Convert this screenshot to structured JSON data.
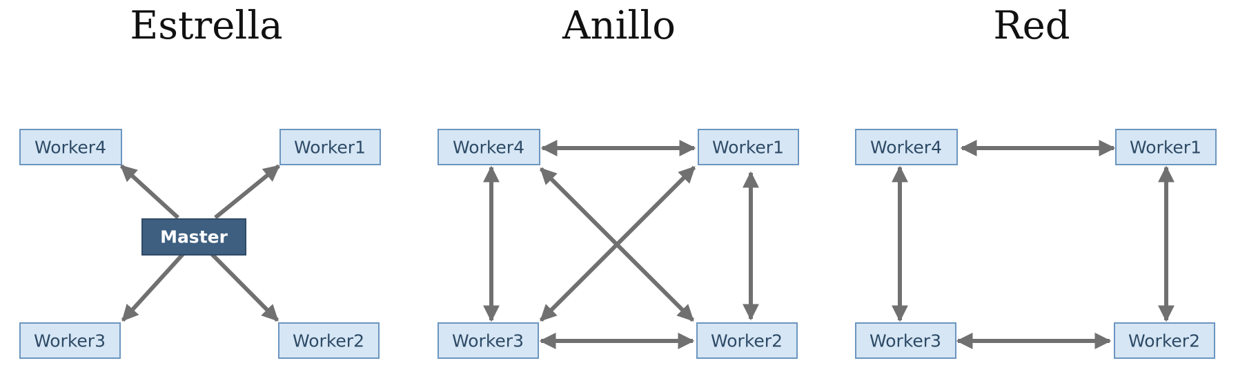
{
  "colors": {
    "worker_fill": "#d6e6f4",
    "worker_border": "#6b95bf",
    "worker_text": "#2d4a66",
    "master_fill": "#3e5f80",
    "master_text": "#ffffff",
    "arrow": "#707070"
  },
  "diagrams": [
    {
      "title": "Estrella",
      "nodes": {
        "master": "Master",
        "worker1": "Worker1",
        "worker2": "Worker2",
        "worker3": "Worker3",
        "worker4": "Worker4"
      },
      "edges": [
        {
          "from": "master",
          "to": "worker4",
          "direction": "to"
        },
        {
          "from": "master",
          "to": "worker1",
          "direction": "to"
        },
        {
          "from": "master",
          "to": "worker3",
          "direction": "to"
        },
        {
          "from": "master",
          "to": "worker2",
          "direction": "to"
        }
      ]
    },
    {
      "title": "Anillo",
      "nodes": {
        "worker1": "Worker1",
        "worker2": "Worker2",
        "worker3": "Worker3",
        "worker4": "Worker4"
      },
      "edges": [
        {
          "from": "worker4",
          "to": "worker1",
          "direction": "both"
        },
        {
          "from": "worker4",
          "to": "worker3",
          "direction": "both"
        },
        {
          "from": "worker1",
          "to": "worker2",
          "direction": "both"
        },
        {
          "from": "worker3",
          "to": "worker2",
          "direction": "both"
        },
        {
          "from": "worker4",
          "to": "worker2",
          "direction": "both"
        },
        {
          "from": "worker1",
          "to": "worker3",
          "direction": "both"
        }
      ]
    },
    {
      "title": "Red",
      "nodes": {
        "worker1": "Worker1",
        "worker2": "Worker2",
        "worker3": "Worker3",
        "worker4": "Worker4"
      },
      "edges": [
        {
          "from": "worker4",
          "to": "worker1",
          "direction": "both"
        },
        {
          "from": "worker4",
          "to": "worker3",
          "direction": "both"
        },
        {
          "from": "worker1",
          "to": "worker2",
          "direction": "both"
        },
        {
          "from": "worker3",
          "to": "worker2",
          "direction": "both"
        }
      ]
    }
  ]
}
